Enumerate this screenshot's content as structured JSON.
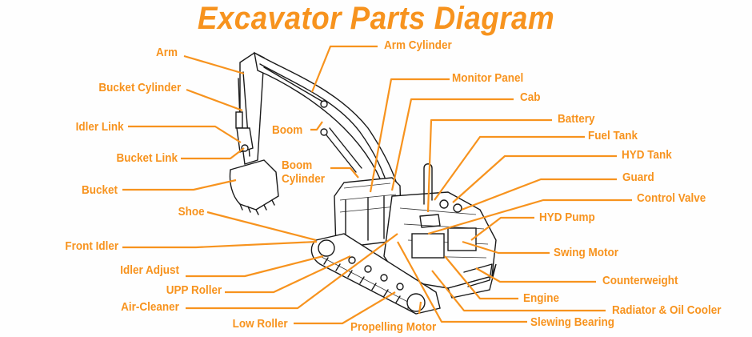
{
  "title": "Excavator Parts Diagram",
  "accent_color": "#f7931e",
  "line_art_color": "#1a1a1a",
  "labels_left": [
    {
      "id": "arm",
      "text": "Arm"
    },
    {
      "id": "bucket-cylinder",
      "text": "Bucket Cylinder"
    },
    {
      "id": "idler-link",
      "text": "Idler Link"
    },
    {
      "id": "bucket-link",
      "text": "Bucket Link"
    },
    {
      "id": "bucket",
      "text": "Bucket"
    },
    {
      "id": "shoe",
      "text": "Shoe"
    },
    {
      "id": "front-idler",
      "text": "Front Idler"
    },
    {
      "id": "idler-adjust",
      "text": "Idler Adjust"
    },
    {
      "id": "upp-roller",
      "text": "UPP Roller"
    },
    {
      "id": "air-cleaner",
      "text": "Air-Cleaner"
    },
    {
      "id": "low-roller",
      "text": "Low Roller"
    }
  ],
  "labels_center": [
    {
      "id": "boom",
      "text": "Boom"
    },
    {
      "id": "boom-cylinder",
      "text": "Boom Cylinder",
      "line1": "Boom",
      "line2": "Cylinder"
    },
    {
      "id": "propelling-motor",
      "text": "Propelling Motor"
    }
  ],
  "labels_right": [
    {
      "id": "arm-cylinder",
      "text": "Arm Cylinder"
    },
    {
      "id": "monitor-panel",
      "text": "Monitor Panel"
    },
    {
      "id": "cab",
      "text": "Cab"
    },
    {
      "id": "battery",
      "text": "Battery"
    },
    {
      "id": "fuel-tank",
      "text": "Fuel Tank"
    },
    {
      "id": "hyd-tank",
      "text": "HYD Tank"
    },
    {
      "id": "guard",
      "text": "Guard"
    },
    {
      "id": "control-valve",
      "text": "Control Valve"
    },
    {
      "id": "hyd-pump",
      "text": "HYD Pump"
    },
    {
      "id": "swing-motor",
      "text": "Swing Motor"
    },
    {
      "id": "counterweight",
      "text": "Counterweight"
    },
    {
      "id": "engine",
      "text": "Engine"
    },
    {
      "id": "radiator-oil-cooler",
      "text": "Radiator & Oil Cooler"
    },
    {
      "id": "slewing-bearing",
      "text": "Slewing Bearing"
    }
  ]
}
